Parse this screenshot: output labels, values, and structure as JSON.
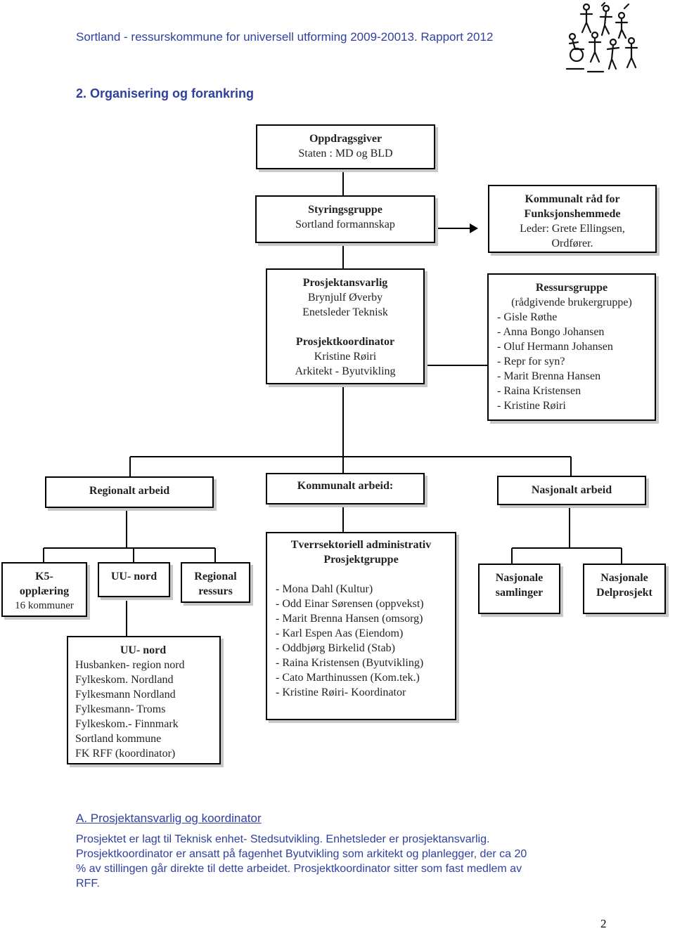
{
  "header": {
    "text": "Sortland - ressurskommune for universell utforming 2009-20013. Rapport 2012"
  },
  "logo": {
    "icon": "wheelchair-people-logo-icon"
  },
  "section": {
    "title": "2. Organisering og forankring"
  },
  "org": {
    "oppdragsgiver": {
      "title": "Oppdragsgiver",
      "line": "Staten :    MD og BLD"
    },
    "styringsgruppe": {
      "title": "Styringsgruppe",
      "line": "Sortland formannskap"
    },
    "kommunalt_rad": {
      "line1": "Kommunalt råd for",
      "line2": "Funksjonshemmede",
      "line3": "Leder: Grete Ellingsen,",
      "line4": "Ordfører."
    },
    "prosjektansvarlig": {
      "title": "Prosjektansvarlig",
      "name": "Brynjulf Øverby",
      "role": "Enetsleder Teknisk",
      "koord_title": "Prosjektkoordinator",
      "koord_name": "Kristine Røiri",
      "koord_role": "Arkitekt - Byutvikling"
    },
    "ressursgruppe": {
      "title": "Ressursgruppe",
      "subtitle": "(rådgivende brukergruppe)",
      "members": [
        "- Gisle Røthe",
        "- Anna Bongo Johansen",
        "- Oluf Hermann Johansen",
        "- Repr for syn?",
        "- Marit Brenna Hansen",
        "- Raina Kristensen",
        "- Kristine Røiri"
      ]
    },
    "regionalt": "Regionalt arbeid",
    "kommunalt": "Kommunalt arbeid:",
    "nasjonalt": "Nasjonalt arbeid",
    "k5": {
      "line1": "K5-",
      "line2": "opplæring",
      "line3": "16 kommuner"
    },
    "uu_nord": "UU- nord",
    "regional_ressurs": {
      "line1": "Regional",
      "line2": "ressurs"
    },
    "uu_nord_box": {
      "title": "UU- nord",
      "members": [
        "Husbanken- region nord",
        "Fylkeskom. Nordland",
        "Fylkesmann Nordland",
        "Fylkesmann- Troms",
        "Fylkeskom.- Finnmark",
        "Sortland kommune",
        "FK RFF (koordinator)"
      ]
    },
    "tverrsektoriell": {
      "title1": "Tverrsektoriell administrativ",
      "title2": "Prosjektgruppe",
      "members": [
        "- Mona Dahl (Kultur)",
        "- Odd Einar Sørensen (oppvekst)",
        "- Marit Brenna Hansen (omsorg)",
        "- Karl Espen Aas (Eiendom)",
        "- Oddbjørg Birkelid (Stab)",
        "- Raina Kristensen (Byutvikling)",
        "- Cato Marthinussen (Kom.tek.)",
        "- Kristine Røiri- Koordinator"
      ]
    },
    "nasjonale_samlinger": {
      "line1": "Nasjonale",
      "line2": "samlinger"
    },
    "nasjonale_delprosjekt": {
      "line1": "Nasjonale",
      "line2": "Delprosjekt"
    }
  },
  "body": {
    "subheading": "A. Prosjektansvarlig og koordinator",
    "lines": [
      "Prosjektet er lagt til Teknisk enhet- Stedsutvikling.  Enhetsleder er prosjektansvarlig.",
      "Prosjektkoordinator er ansatt på fagenhet Byutvikling som arkitekt og planlegger, der ca 20",
      "% av stillingen går direkte til dette arbeidet.  Prosjektkoordinator sitter som fast medlem av",
      "RFF."
    ]
  },
  "page_number": "2"
}
